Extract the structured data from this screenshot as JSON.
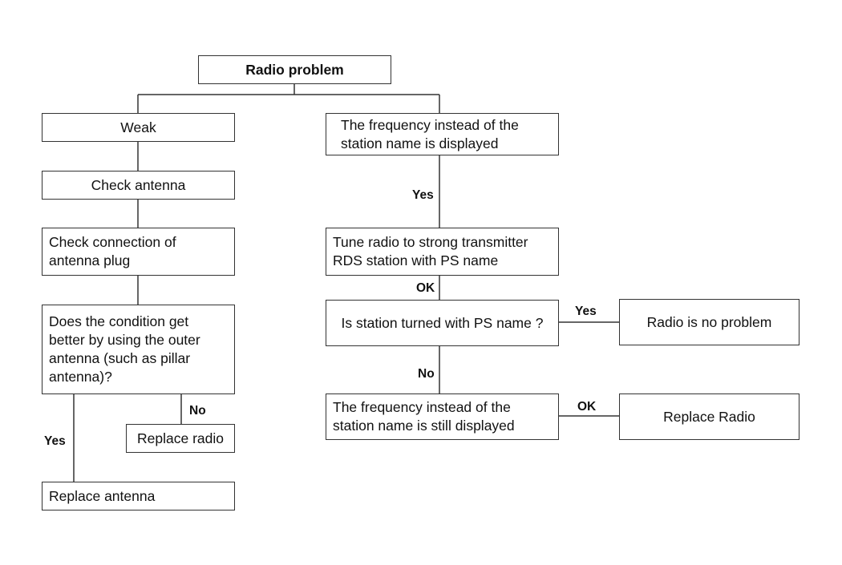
{
  "nodes": {
    "root": "Radio problem",
    "weak": "Weak",
    "check_antenna": "Check antenna",
    "check_connection": "Check connection of\nantenna plug",
    "condition_question": "Does the condition get\nbetter by using the outer\nantenna (such as pillar\nantenna)?",
    "replace_radio_left": "Replace radio",
    "replace_antenna": "Replace antenna",
    "frequency_displayed": "The frequency instead of  the\nstation name is displayed",
    "tune_radio": "Tune radio to strong transmitter\nRDS station with PS name",
    "station_question": "Is station turned with PS name ?",
    "no_problem": "Radio is no problem",
    "still_displayed": "The frequency instead of the\nstation name is still displayed",
    "replace_radio_right": "Replace Radio"
  },
  "labels": {
    "yes_freq_to_tune": "Yes",
    "ok_tune_to_station": "OK",
    "yes_station_to_noproblem": "Yes",
    "no_station_to_still": "No",
    "ok_still_to_replace": "OK",
    "no_condition": "No",
    "yes_condition": "Yes"
  }
}
